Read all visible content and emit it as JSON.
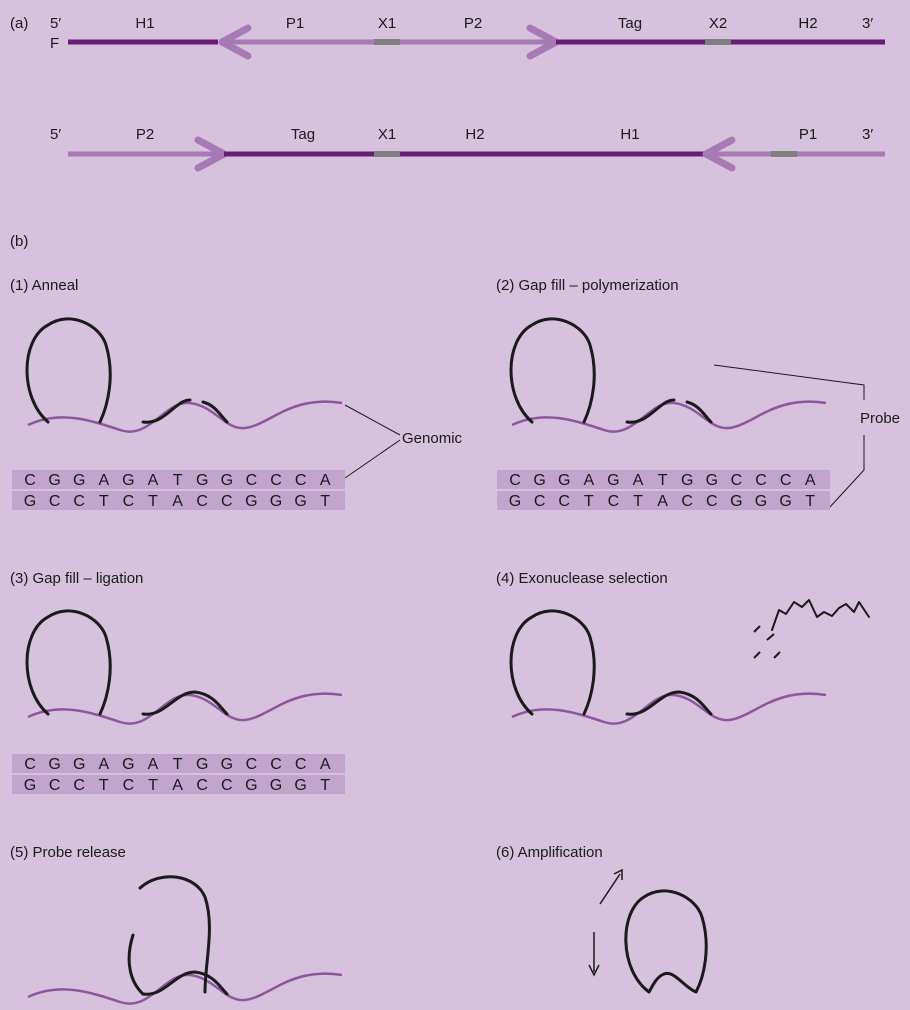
{
  "colors": {
    "background": "#d6c2dc",
    "dark_strand": "#6a1b78",
    "light_strand": "#a77ab6",
    "gray_segment": "#7f7f7f",
    "probe": "#1a1a1a",
    "sequence_box": "#c1a5cc"
  },
  "part_a": {
    "label": "(a)",
    "top": {
      "five_prime": "5′",
      "three_prime": "3′",
      "f_label": "F",
      "segments": [
        "H1",
        "P1",
        "X1",
        "P2",
        "Tag",
        "X2",
        "H2"
      ]
    },
    "bottom": {
      "five_prime": "5′",
      "three_prime": "3′",
      "segments": [
        "P2",
        "Tag",
        "X1",
        "H2",
        "H1",
        "P1"
      ]
    }
  },
  "part_b": {
    "label": "(b)",
    "steps": [
      {
        "title": "(1)  Anneal"
      },
      {
        "title": "(2)  Gap fill – polymerization"
      },
      {
        "title": "(3)  Gap fill – ligation"
      },
      {
        "title": "(4)  Exonuclease selection"
      },
      {
        "title": "(5)  Probe release"
      },
      {
        "title": "(6)  Amplification"
      }
    ],
    "genomic_label": "Genomic",
    "probe_label": "Probe",
    "sequence_top": [
      "C",
      "G",
      "G",
      "A",
      "G",
      "A",
      "T",
      "G",
      "G",
      "C",
      "C",
      "C",
      "A"
    ],
    "sequence_bottom": [
      "G",
      "C",
      "C",
      "T",
      "C",
      "T",
      "A",
      "C",
      "C",
      "G",
      "G",
      "G",
      "T"
    ]
  }
}
